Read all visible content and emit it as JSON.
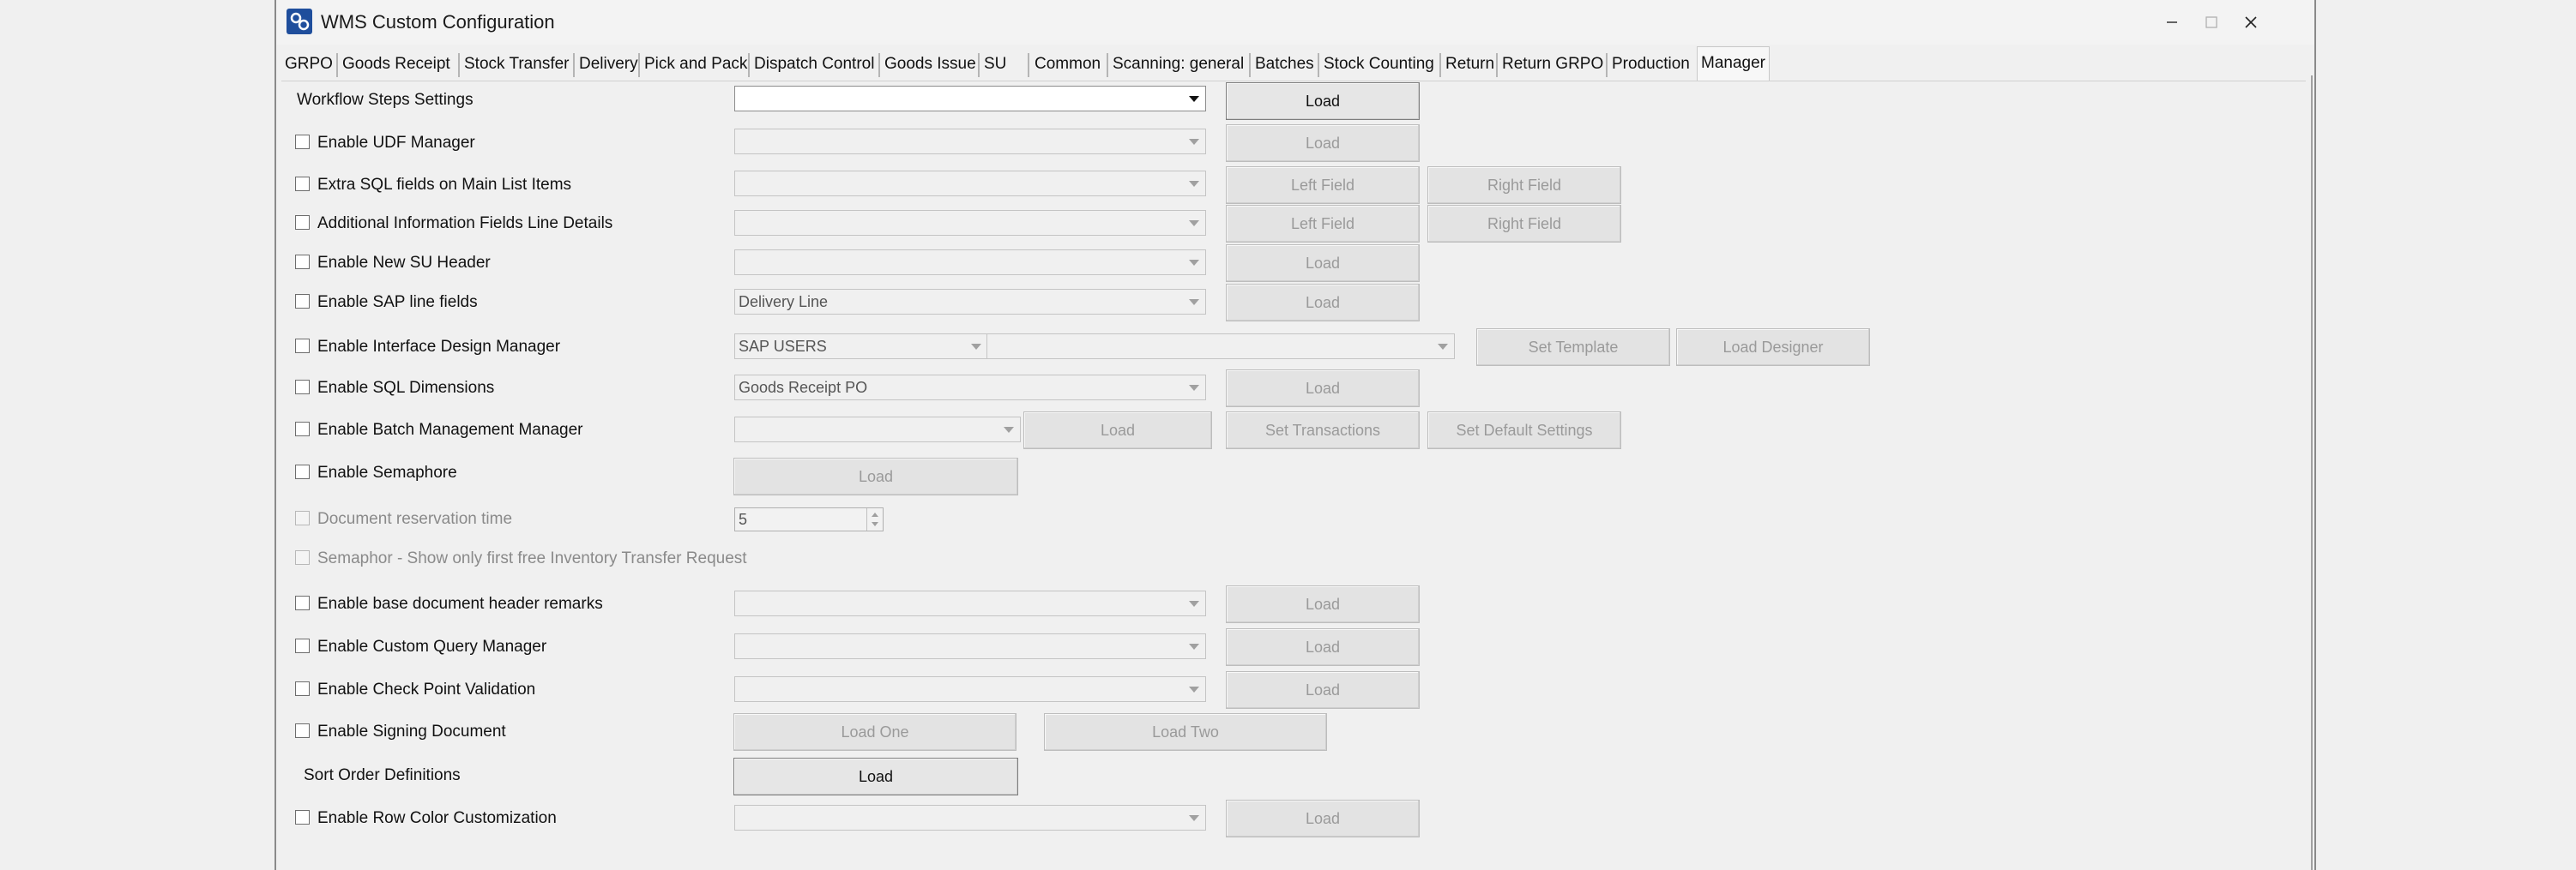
{
  "window": {
    "title": "WMS Custom Configuration"
  },
  "tabs": [
    "GRPO",
    "Goods Receipt",
    "Stock Transfer",
    "Delivery",
    "Pick and Pack",
    "Dispatch Control",
    "Goods Issue",
    "SU",
    "Common",
    "Scanning: general",
    "Batches",
    "Stock Counting",
    "Return",
    "Return GRPO",
    "Production",
    "Manager"
  ],
  "active_tab": "Manager",
  "rows": {
    "workflow": {
      "label": "Workflow Steps Settings",
      "combo": "",
      "btn1": "Load"
    },
    "udf": {
      "label": "Enable UDF Manager",
      "combo": "",
      "btn1": "Load"
    },
    "extra_sql": {
      "label": "Extra SQL fields on Main List Items",
      "combo": "",
      "btn1": "Left Field",
      "btn2": "Right Field"
    },
    "additional_info": {
      "label": "Additional Information Fields Line Details",
      "combo": "",
      "btn1": "Left Field",
      "btn2": "Right Field"
    },
    "su_header": {
      "label": "Enable New SU Header",
      "combo": "",
      "btn1": "Load"
    },
    "sap_line": {
      "label": "Enable SAP line fields",
      "combo": "Delivery Line",
      "btn1": "Load"
    },
    "interface": {
      "label": "Enable Interface Design Manager",
      "combo": "SAP USERS",
      "combo2": "",
      "btn1": "Set Template",
      "btn2": "Load Designer"
    },
    "sql_dim": {
      "label": "Enable SQL Dimensions",
      "combo": "Goods Receipt PO",
      "btn1": "Load"
    },
    "batch": {
      "label": "Enable Batch Management Manager",
      "combo": "",
      "btn1": "Load",
      "btn2": "Set Transactions",
      "btn3": "Set Default Settings"
    },
    "semaphore": {
      "label": "Enable Semaphore",
      "btn1": "Load"
    },
    "reservation": {
      "label": "Document reservation time",
      "value": "5"
    },
    "semaphor_first": {
      "label": "Semaphor - Show only first free Inventory Transfer Request"
    },
    "header_remarks": {
      "label": "Enable base document header remarks",
      "combo": "",
      "btn1": "Load"
    },
    "custom_query": {
      "label": "Enable Custom Query Manager",
      "combo": "",
      "btn1": "Load"
    },
    "checkpoint": {
      "label": "Enable Check Point Validation",
      "combo": "",
      "btn1": "Load"
    },
    "signing": {
      "label": "Enable Signing Document",
      "btn1": "Load One",
      "btn2": "Load Two"
    },
    "sort_order": {
      "label": "Sort Order Definitions",
      "btn1": "Load"
    },
    "row_color": {
      "label": "Enable Row Color Customization",
      "combo": "",
      "btn1": "Load"
    }
  }
}
